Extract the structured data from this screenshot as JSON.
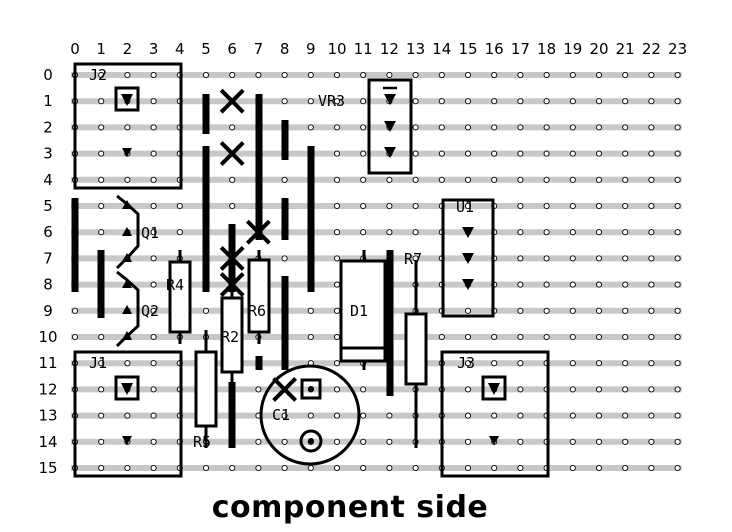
{
  "caption": "component side",
  "columns": [
    "0",
    "1",
    "2",
    "3",
    "4",
    "5",
    "6",
    "7",
    "8",
    "9",
    "10",
    "11",
    "12",
    "13",
    "14",
    "15",
    "16",
    "17",
    "18",
    "19",
    "20",
    "21",
    "22",
    "23"
  ],
  "rows": [
    "0",
    "1",
    "2",
    "3",
    "4",
    "5",
    "6",
    "7",
    "8",
    "9",
    "10",
    "11",
    "12",
    "13",
    "14",
    "15"
  ],
  "components": [
    {
      "ref": "J2",
      "label": "J2"
    },
    {
      "ref": "J1",
      "label": "J1"
    },
    {
      "ref": "J3",
      "label": "J3"
    },
    {
      "ref": "VR3",
      "label": "VR3"
    },
    {
      "ref": "U1",
      "label": "U1"
    },
    {
      "ref": "Q1",
      "label": "Q1"
    },
    {
      "ref": "Q2",
      "label": "Q2"
    },
    {
      "ref": "R4",
      "label": "R4"
    },
    {
      "ref": "R2",
      "label": "R2"
    },
    {
      "ref": "R6",
      "label": "R6"
    },
    {
      "ref": "R5",
      "label": "R5"
    },
    {
      "ref": "R7",
      "label": "R7"
    },
    {
      "ref": "D1",
      "label": "D1"
    },
    {
      "ref": "C1",
      "label": "C1"
    }
  ],
  "colors": {
    "strip": "#c8c8c8",
    "ink": "#000000",
    "background": "#ffffff"
  }
}
